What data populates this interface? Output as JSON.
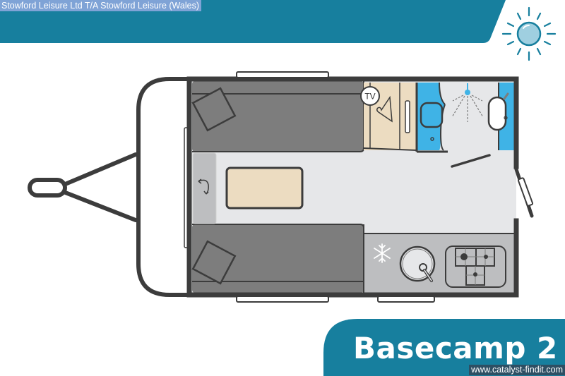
{
  "header": {
    "source_label": "Stowford Leisure Ltd T/A Stowford Leisure (Wales)",
    "brand_icon": "sun-icon"
  },
  "floorplan": {
    "model_name": "Basecamp 2",
    "tv_label": "TV",
    "zones": [
      {
        "name": "front-sofa-bed-top",
        "icon": "cushion-icon"
      },
      {
        "name": "front-sofa-bed-bottom",
        "icon": "cushion-icon"
      },
      {
        "name": "dining-table",
        "icon": "table-icon"
      },
      {
        "name": "front-locker",
        "icon": "flip-arrow-icon"
      },
      {
        "name": "wardrobe",
        "icon": "hanger-icon"
      },
      {
        "name": "washroom",
        "icon": "shower-icon"
      },
      {
        "name": "toilet",
        "icon": "toilet-icon"
      },
      {
        "name": "washbasin",
        "icon": "basin-icon"
      },
      {
        "name": "kitchen",
        "icon": "hob-icon"
      },
      {
        "name": "fridge",
        "icon": "snowflake-icon"
      },
      {
        "name": "sink",
        "icon": "sink-icon"
      },
      {
        "name": "entrance-door",
        "icon": "door-icon"
      }
    ]
  },
  "footer": {
    "watermark": "www.catalyst-findit.com"
  },
  "colors": {
    "brand_teal": "#177f9e",
    "wall": "#3c3c3c",
    "upholstery": "#7d7d7d",
    "floor": "#e6e7e9",
    "wood": "#ecdcc1",
    "washroom_blue": "#3fb3e6",
    "kitchen_grey": "#bdbec0",
    "source_bg": "#7fa3d6"
  }
}
